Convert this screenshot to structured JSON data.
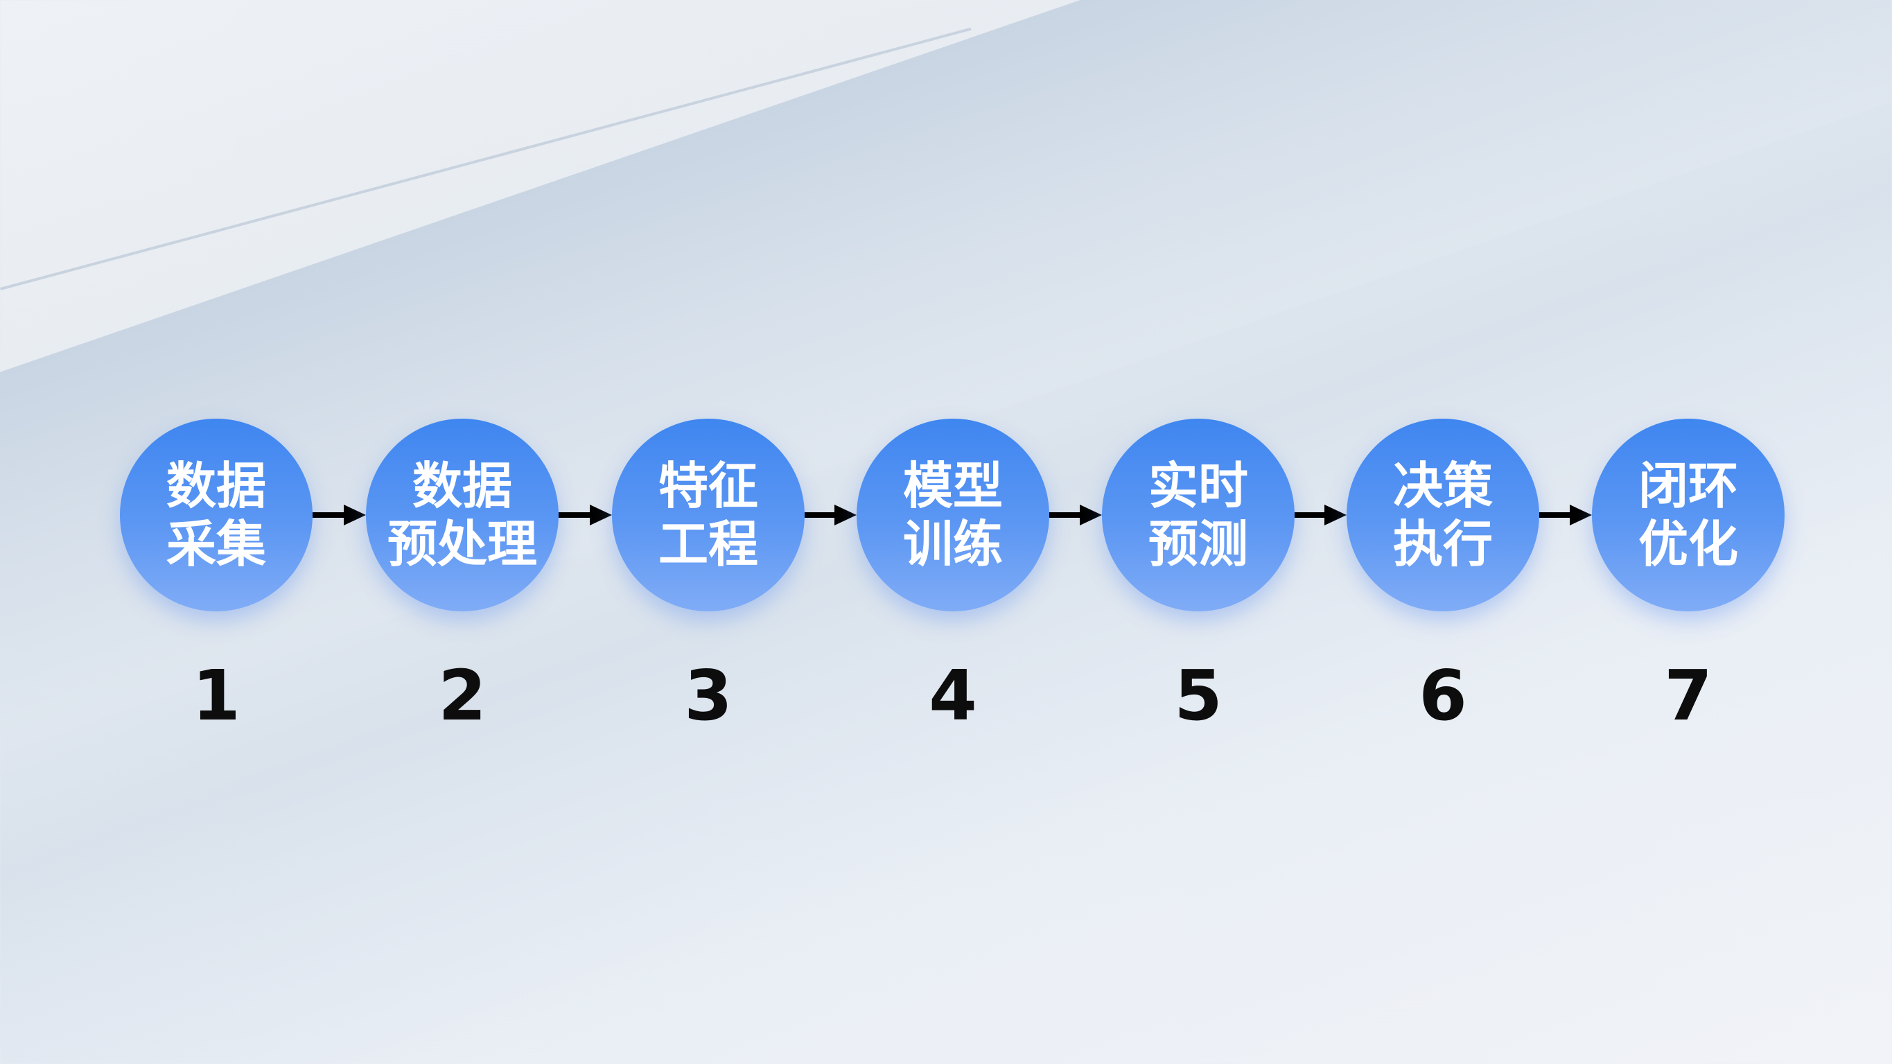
{
  "steps": [
    {
      "label": "数据\n采集",
      "number": "1"
    },
    {
      "label": "数据\n预处理",
      "number": "2"
    },
    {
      "label": "特征\n工程",
      "number": "3"
    },
    {
      "label": "模型\n训练",
      "number": "4"
    },
    {
      "label": "实时\n预测",
      "number": "5"
    },
    {
      "label": "决策\n执行",
      "number": "6"
    },
    {
      "label": "闭环\n优化",
      "number": "7"
    }
  ],
  "colors": {
    "circle_top": "#3f86f0",
    "circle_bottom": "#80acf6",
    "arrow": "#000000"
  }
}
